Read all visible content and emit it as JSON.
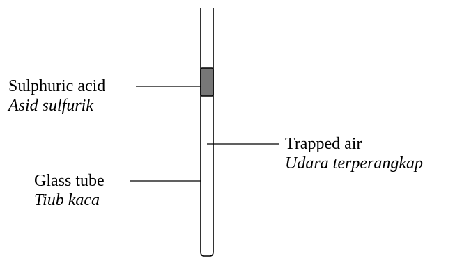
{
  "colors": {
    "line": "#000000",
    "acid_fill": "#777777",
    "background": "#ffffff"
  },
  "labels": {
    "sulphuric_acid": {
      "english": "Sulphuric acid",
      "malay": "Asid sulfurik"
    },
    "trapped_air": {
      "english": "Trapped air",
      "malay": "Udara terperangkap"
    },
    "glass_tube": {
      "english": "Glass tube",
      "malay": "Tiub kaca"
    }
  }
}
